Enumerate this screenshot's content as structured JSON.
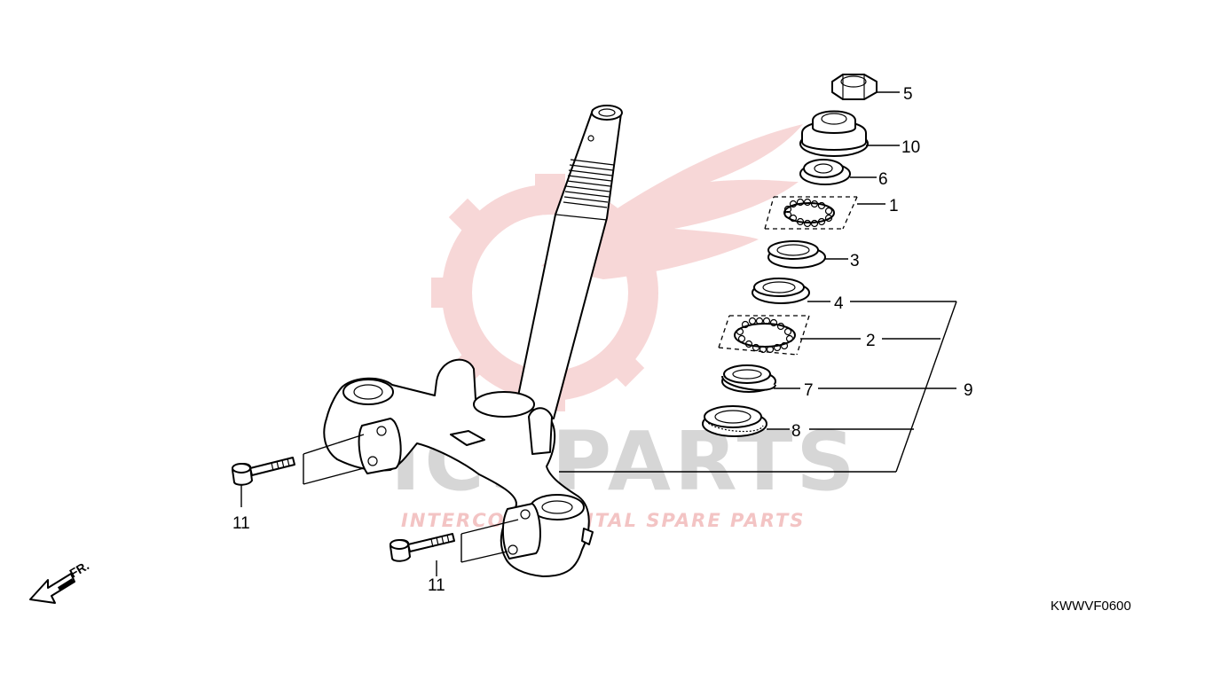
{
  "watermark": {
    "brand": "ICSPARTS",
    "tagline": "INTERCONTINENTAL SPARE PARTS",
    "brand_color": "#f1b7b7",
    "text_color": "#d6d6d6"
  },
  "callouts": [
    {
      "id": "5",
      "label": "5",
      "part": "steering-stem-nut"
    },
    {
      "id": "10",
      "label": "10",
      "part": "lock-nut"
    },
    {
      "id": "6",
      "label": "6",
      "part": "top-cone-race"
    },
    {
      "id": "1",
      "label": "1",
      "part": "ball-bearing-upper"
    },
    {
      "id": "3",
      "label": "3",
      "part": "top-ball-race"
    },
    {
      "id": "4",
      "label": "4",
      "part": "bottom-ball-race"
    },
    {
      "id": "2",
      "label": "2",
      "part": "ball-bearing-lower"
    },
    {
      "id": "7",
      "label": "7",
      "part": "bottom-cone-race"
    },
    {
      "id": "8",
      "label": "8",
      "part": "dust-seal"
    },
    {
      "id": "9",
      "label": "9",
      "part": "steering-head-stem-kit"
    },
    {
      "id": "11a",
      "label": "11",
      "part": "bolt-left"
    },
    {
      "id": "11b",
      "label": "11",
      "part": "bolt-right"
    }
  ],
  "direction": {
    "label": "FR.",
    "icon": "arrow-front-icon"
  },
  "diagram_code": "KWWVF0600"
}
